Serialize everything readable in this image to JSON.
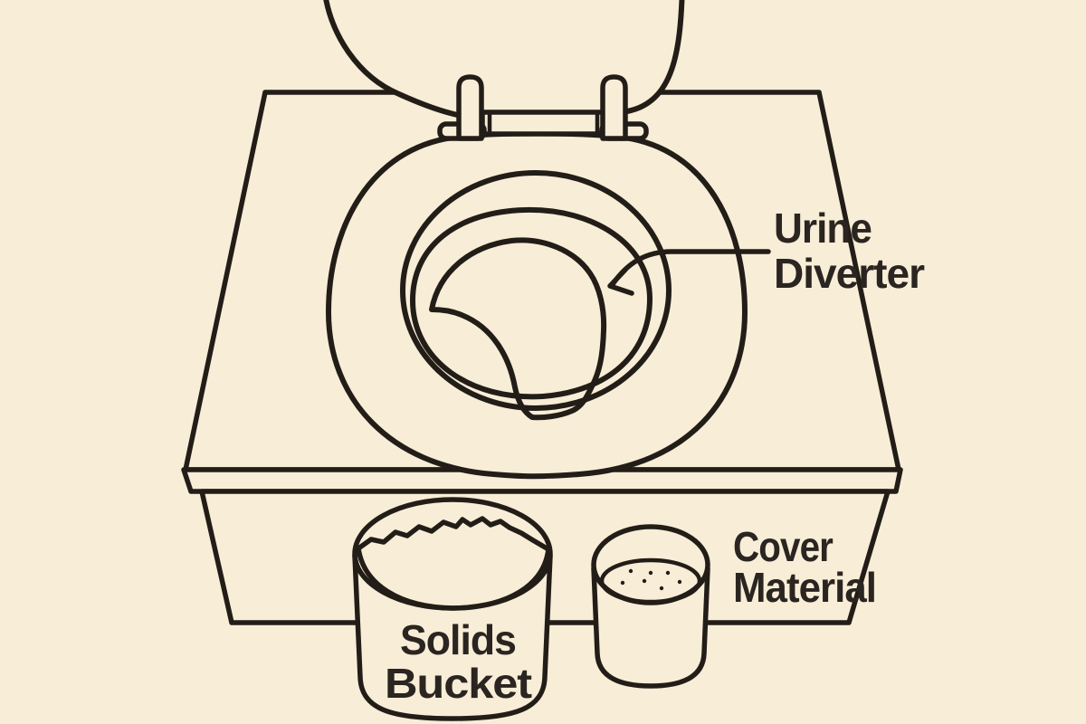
{
  "labels": {
    "urine_diverter": {
      "line1": "Urine",
      "line2": "Diverter"
    },
    "solids_bucket": {
      "line1": "Solids",
      "line2": "Bucket"
    },
    "cover_material": {
      "line1": "Cover",
      "line2": "Material"
    }
  },
  "parts": {
    "lid": "toilet-lid",
    "seat": "toilet-seat",
    "diverter": "urine-diverter",
    "cabinet": "toilet-box",
    "solids_bucket": "solids-bucket",
    "cover_bucket": "cover-material-bucket"
  },
  "colors": {
    "background": "#f8edd7",
    "line": "#231d18",
    "text": "#2b2521"
  }
}
